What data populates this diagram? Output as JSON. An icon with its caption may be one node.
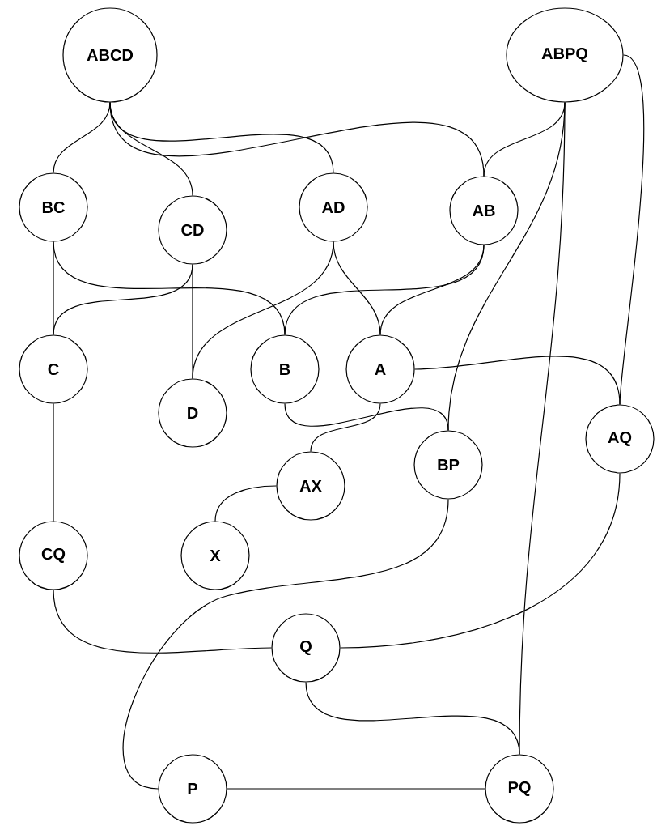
{
  "diagram": {
    "nodes": [
      {
        "text": [
          "ABCD"
        ]
      },
      {
        "text": [
          "ABPQ"
        ]
      },
      {
        "text": [
          "BC"
        ]
      },
      {
        "text": [
          "CD"
        ]
      },
      {
        "text": [
          "AD"
        ]
      },
      {
        "text": [
          "AB"
        ]
      },
      {
        "text": [
          "C"
        ]
      },
      {
        "text": [
          "D"
        ]
      },
      {
        "text": [
          "B"
        ]
      },
      {
        "text": [
          "A"
        ]
      },
      {
        "text": [
          "AQ"
        ]
      },
      {
        "text": [
          "BP"
        ]
      },
      {
        "text": [
          "AX"
        ]
      },
      {
        "text": [
          "X"
        ]
      },
      {
        "text": [
          "CQ"
        ]
      },
      {
        "text": [
          "Q"
        ]
      },
      {
        "text": [
          "P"
        ]
      },
      {
        "text": [
          "PQ"
        ]
      }
    ],
    "edges": [
      {
        "from": 0,
        "to": 2,
        "arrow": "none"
      },
      {
        "from": 0,
        "to": 3,
        "arrow": "none"
      },
      {
        "from": 0,
        "to": 4,
        "arrow": "none"
      },
      {
        "from": 0,
        "to": 5,
        "arrow": "none"
      },
      {
        "from": 1,
        "to": 5,
        "arrow": "none"
      },
      {
        "from": 1,
        "to": 11,
        "arrow": "none"
      },
      {
        "from": 1,
        "to": 17,
        "arrow": "none"
      },
      {
        "from": 1,
        "to": 10,
        "arrow": "none"
      },
      {
        "from": 2,
        "to": 6,
        "arrow": "none"
      },
      {
        "from": 2,
        "to": 8,
        "arrow": "none"
      },
      {
        "from": 3,
        "to": 6,
        "arrow": "none"
      },
      {
        "from": 3,
        "to": 7,
        "arrow": "none"
      },
      {
        "from": 4,
        "to": 7,
        "arrow": "none"
      },
      {
        "from": 4,
        "to": 9,
        "arrow": "none"
      },
      {
        "from": 5,
        "to": 8,
        "arrow": "none"
      },
      {
        "from": 5,
        "to": 9,
        "arrow": "none"
      },
      {
        "from": 6,
        "to": 14,
        "arrow": "none"
      },
      {
        "from": 9,
        "to": 10,
        "arrow": "none"
      },
      {
        "from": 8,
        "to": 11,
        "arrow": "none"
      },
      {
        "from": 9,
        "to": 12,
        "arrow": "none"
      },
      {
        "from": 12,
        "to": 13,
        "arrow": "none"
      },
      {
        "from": 11,
        "to": 16,
        "arrow": "none"
      },
      {
        "from": 14,
        "to": 15,
        "arrow": "none"
      },
      {
        "from": 10,
        "to": 15,
        "arrow": "none"
      },
      {
        "from": 15,
        "to": 17,
        "arrow": "none"
      },
      {
        "from": 16,
        "to": 17,
        "arrow": "none"
      }
    ]
  }
}
